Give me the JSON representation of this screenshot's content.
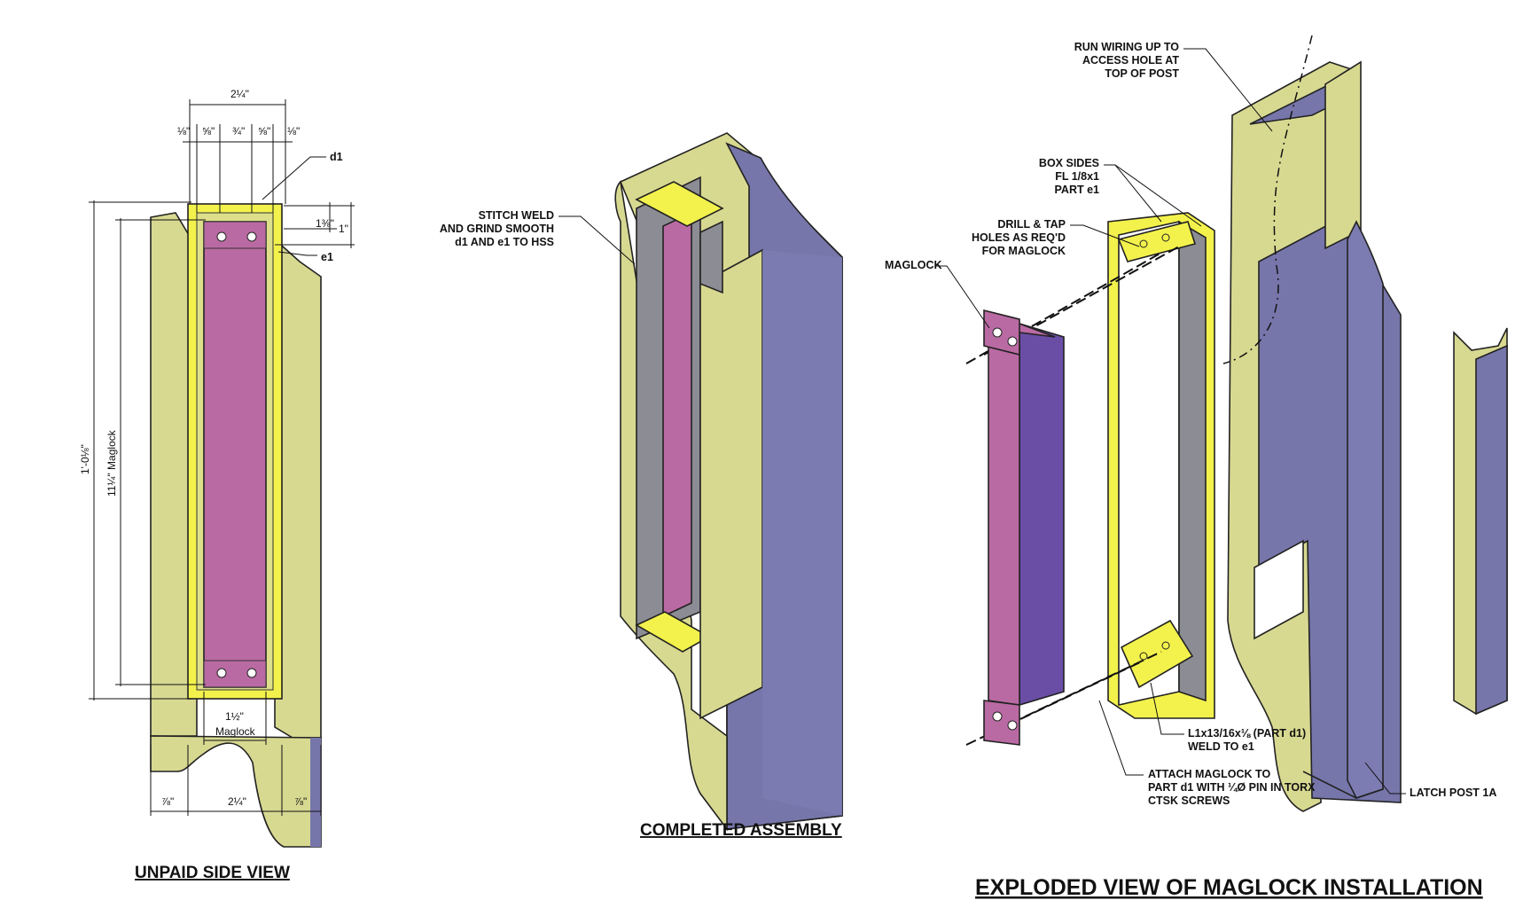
{
  "colors": {
    "post_tan": "#d8d991",
    "post_tan_dark": "#c9cb7e",
    "post_blue": "#7676ab",
    "maglock_pink": "#ba6aa3",
    "maglock_side": "#6a4ea6",
    "bracket_yellow": "#f3f24c",
    "bracket_gray": "#8c8c94",
    "line": "#111111"
  },
  "side_view": {
    "title": "UNPAID SIDE VIEW",
    "dims": {
      "top_overall": "2¼\"",
      "top_1": "⅛\"",
      "top_2": "⅝\"",
      "top_3": "¾\"",
      "top_4": "⅝\"",
      "top_5": "⅛\"",
      "right_1": "1⅜\"",
      "right_2": "1\"",
      "left_overall": "1'-0⅛\"",
      "left_maglock": "11¼\" Maglock",
      "bottom_maglock_val": "1½\"",
      "bottom_maglock_lbl": "Maglock",
      "bottom_1": "⅞\"",
      "bottom_2": "2¼\"",
      "bottom_3": "⅞\""
    },
    "callouts": {
      "d1": "d1",
      "e1": "e1"
    }
  },
  "assembly": {
    "title": "COMPLETED ASSEMBLY",
    "note_line1": "STITCH WELD",
    "note_line2": "AND GRIND SMOOTH",
    "note_line3": "d1 AND e1 TO HSS"
  },
  "exploded": {
    "title": "EXPLODED VIEW OF MAGLOCK INSTALLATION",
    "wiring": [
      "RUN WIRING UP TO",
      "ACCESS HOLE AT",
      "TOP OF POST"
    ],
    "box_sides": [
      "BOX SIDES",
      "FL 1/8x1",
      "PART e1"
    ],
    "drill": [
      "DRILL & TAP",
      "HOLES AS REQ'D",
      "FOR MAGLOCK"
    ],
    "maglock": "MAGLOCK",
    "angle": [
      "L1x13/16x⅛ (PART d1)",
      "WELD TO e1"
    ],
    "attach": [
      "ATTACH MAGLOCK TO",
      "PART d1 WITH ¼Ø PIN IN TORX",
      "CTSK SCREWS"
    ],
    "latch_post": "LATCH POST 1A"
  }
}
